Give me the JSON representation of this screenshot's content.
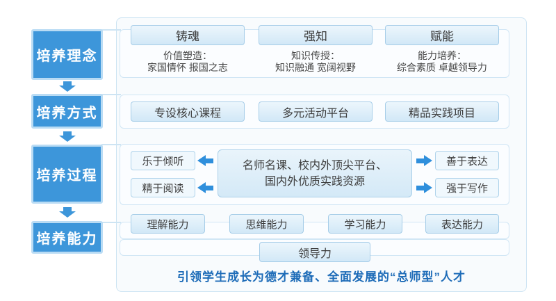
{
  "left_column": {
    "items": [
      "培养理念",
      "培养方式",
      "培养过程",
      "培养能力"
    ]
  },
  "concepts": {
    "columns": [
      {
        "header": "铸魂",
        "line1": "价值塑造：",
        "line2": "家国情怀 报国之志"
      },
      {
        "header": "强知",
        "line1": "知识传授：",
        "line2": "知识融通 宽阔视野"
      },
      {
        "header": "赋能",
        "line1": "能力培养：",
        "line2": "综合素质 卓越领导力"
      }
    ]
  },
  "methods": {
    "items": [
      "专设核心课程",
      "多元活动平台",
      "精品实践项目"
    ]
  },
  "process": {
    "left_items": [
      "乐于倾听",
      "精于阅读"
    ],
    "center_line1": "名师名课、校内外顶尖平台、",
    "center_line2": "国内外优质实践资源",
    "right_items": [
      "善于表达",
      "强于写作"
    ]
  },
  "abilities": {
    "items": [
      "理解能力",
      "思维能力",
      "学习能力",
      "表达能力"
    ],
    "leadership": "领导力"
  },
  "caption": "引领学生成长为德才兼备、全面发展的“总师型”人才",
  "colors": {
    "stage_fill": "#3d96da",
    "stage_border": "#badcf4",
    "panel_border": "#cde4f3",
    "box_fill": "#d9ecf9",
    "box_border": "#a6cde8",
    "arrow": "#2f8fdc",
    "caption_text": "#1e6cb8"
  }
}
